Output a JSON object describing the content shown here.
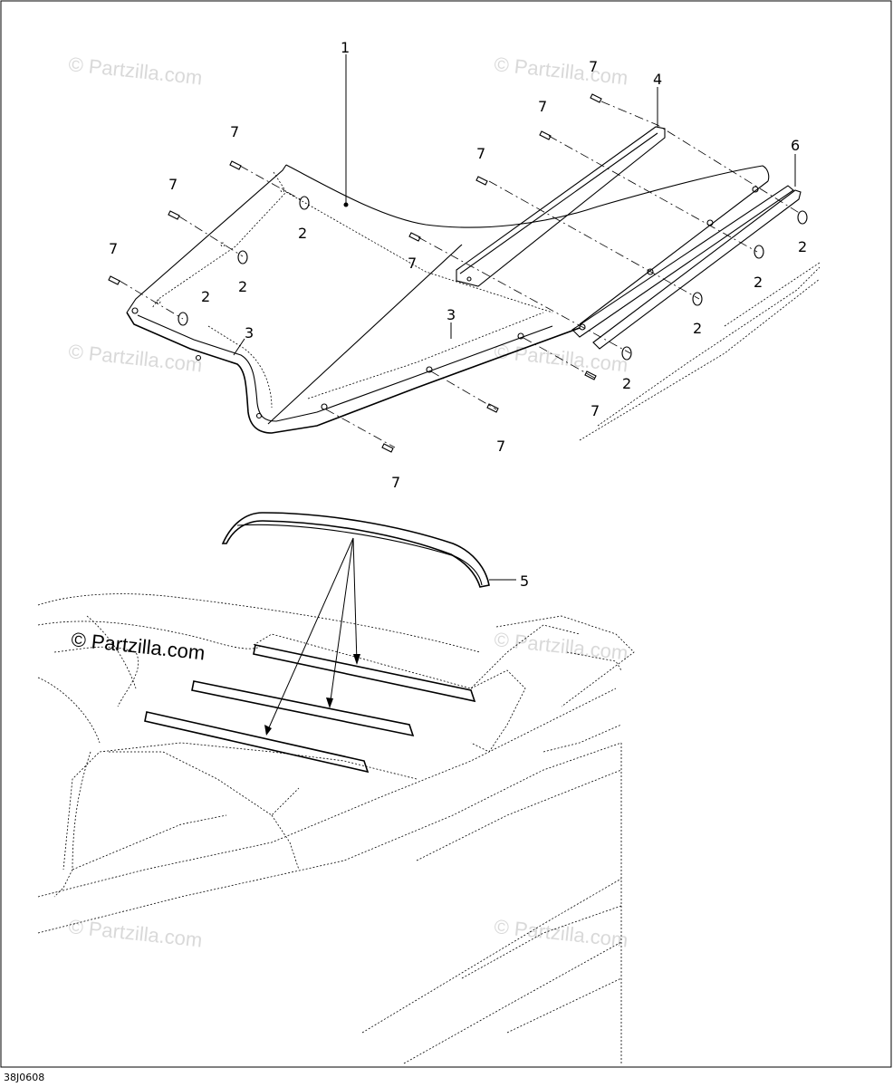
{
  "diagram": {
    "callouts": {
      "c1": "1",
      "c2": "2",
      "c3": "3",
      "c4": "4",
      "c5": "5",
      "c6": "6",
      "c7": "7"
    },
    "watermark": "© Partzilla.com",
    "footer_code": "38J0608"
  }
}
